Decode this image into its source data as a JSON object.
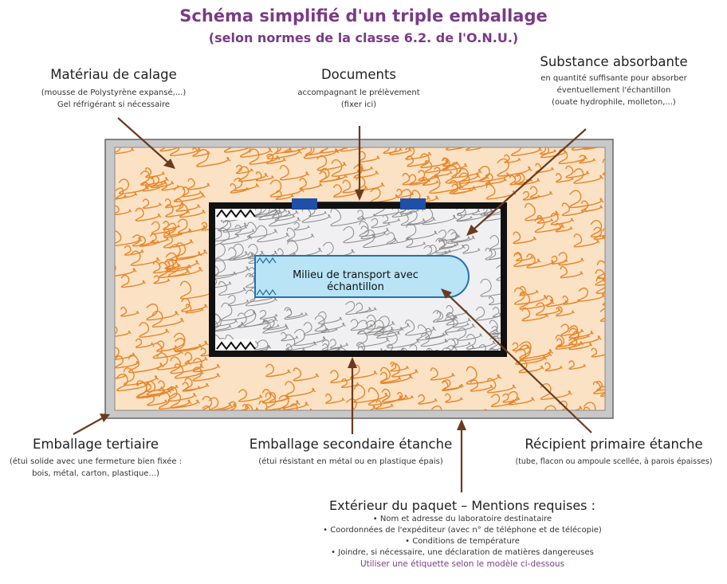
{
  "title": "Schéma simplifié d'un triple emballage",
  "subtitle": "(selon normes de la classe 6.2. de l'O.N.U.)",
  "labels": {
    "calage": {
      "title": "Matériau de calage",
      "line1": "(mousse de Polystyrène expansé,...)",
      "line2": "Gel réfrigérant si nécessaire"
    },
    "documents": {
      "title": "Documents",
      "line1": "accompagnant le prélèvement",
      "line2": "(fixer ici)"
    },
    "absorbante": {
      "title": "Substance absorbante",
      "line1": "en quantité suffisante pour absorber",
      "line2": "éventuellement l'échantillon",
      "line3": "(ouate hydrophile, molleton,...)"
    },
    "milieu": "Milieu de transport avec échantillon",
    "tertiaire": {
      "title": "Emballage tertiaire",
      "line1": "(étui solide avec une fermeture bien fixée :",
      "line2": "bois, métal, carton, plastique...)"
    },
    "secondaire": {
      "title": "Emballage secondaire étanche",
      "line1": "(étui résistant en métal ou en plastique épais)"
    },
    "primaire": {
      "title": "Récipient primaire étanche",
      "line1": "(tube, flacon ou ampoule scellée, à parois épaisses)"
    },
    "exterieur": {
      "title": "Extérieur du paquet – Mentions requises :",
      "items": [
        "• Nom et adresse du laboratoire destinataire",
        "• Coordonnées de l'expéditeur (avec n° de téléphone et de télécopie)",
        "• Conditions de température",
        "• Joindre, si nécessaire, une déclaration de matières dangereuses"
      ],
      "note": "Utiliser une étiquette selon le modèle ci-dessous"
    }
  },
  "colors": {
    "title": "#7a3b86",
    "outer_box": "#c8c8c8",
    "foam_fill": "#fbe2c4",
    "foam_squiggle": "#e8862a",
    "inner_fill": "#f0f0f2",
    "inner_squiggle": "#8a8a8a",
    "secondary_border": "#111111",
    "tube_fill": "#b8e4f6",
    "tube_border": "#2a6fb0",
    "doc_tabs": "#1f4fa8",
    "arrow": "#6b3b1f"
  }
}
